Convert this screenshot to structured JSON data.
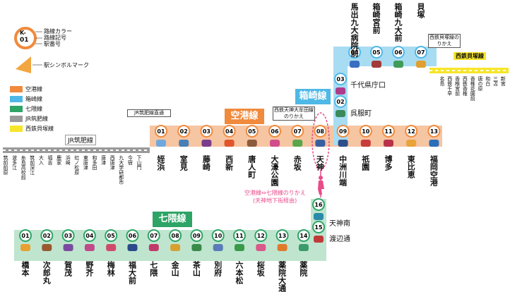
{
  "legend": {
    "sample_code": "K-",
    "sample_num": "01",
    "lines": [
      "路線カラー",
      "路線記号",
      "駅番号"
    ],
    "symbol_mark": "駅シンボルマーク",
    "routes": [
      {
        "name": "空港線",
        "color": "#f08a3c"
      },
      {
        "name": "箱崎線",
        "color": "#4eb8e6"
      },
      {
        "name": "七隈線",
        "color": "#2ea466"
      },
      {
        "name": "JR筑肥線",
        "color": "#9a9a9a"
      },
      {
        "name": "西鉄貝塚線",
        "color": "#f6e52a"
      }
    ]
  },
  "lines": {
    "kuko": {
      "label": "空港線",
      "color": "#f08a3c"
    },
    "hakozaki": {
      "label": "箱崎線",
      "color": "#4eb8e6"
    },
    "nanakuma": {
      "label": "七隈線",
      "color": "#2ea466"
    },
    "jr": {
      "label": "JR筑肥線",
      "color": "#9a9a9a"
    },
    "nishitetsu": {
      "label": "西鉄貝塚線",
      "color": "#f6e52a"
    }
  },
  "notes": {
    "jr_direct": "JR筑肥線直通",
    "tenjin_transfer": "西鉄天神大牟田線のりかえ",
    "kaizuka_transfer": "西鉄貝塚線のりかえ",
    "walk_transfer_line1": "空港線⇔七隈線のりかえ",
    "walk_transfer_line2": "(天神地下街経由)"
  },
  "stations": {
    "kuko": [
      {
        "num": "01",
        "name": "姪浜",
        "color": "#6fa8dc"
      },
      {
        "num": "02",
        "name": "室見",
        "color": "#4a7fb5"
      },
      {
        "num": "03",
        "name": "藤崎",
        "color": "#7a3d8c"
      },
      {
        "num": "04",
        "name": "西新",
        "color": "#e0562a"
      },
      {
        "num": "05",
        "name": "唐人町",
        "color": "#8c5a3c"
      },
      {
        "num": "06",
        "name": "大濠公園",
        "color": "#d24d8c"
      },
      {
        "num": "07",
        "name": "赤坂",
        "color": "#5aa64a"
      },
      {
        "num": "08",
        "name": "天神",
        "color": "#3a5fa0"
      },
      {
        "num": "09",
        "name": "中洲川端",
        "color": "#2d4e8a"
      },
      {
        "num": "10",
        "name": "祇園",
        "color": "#c83c3c"
      },
      {
        "num": "11",
        "name": "博多",
        "color": "#b8334a"
      },
      {
        "num": "12",
        "name": "東比恵",
        "color": "#e8a33a"
      },
      {
        "num": "13",
        "name": "福岡空港",
        "color": "#2a6fb8"
      }
    ],
    "hakozaki": [
      {
        "num": "07",
        "name": "貝塚",
        "color": "#e0a030"
      },
      {
        "num": "06",
        "name": "箱崎九大前",
        "color": "#3f9b58"
      },
      {
        "num": "05",
        "name": "箱崎宮前",
        "color": "#a33a3a"
      },
      {
        "num": "04",
        "name": "馬出九大病院前",
        "color": "#3a6ec0"
      },
      {
        "num": "03",
        "name": "千代県庁口",
        "color": "#b03a8a"
      },
      {
        "num": "02",
        "name": "呉服町",
        "color": "#3a8a5a"
      }
    ],
    "nanakuma": [
      {
        "num": "01",
        "name": "橋本",
        "color": "#e8a030"
      },
      {
        "num": "02",
        "name": "次郎丸",
        "color": "#9a5a30"
      },
      {
        "num": "03",
        "name": "賀茂",
        "color": "#7a4aa0"
      },
      {
        "num": "04",
        "name": "野芥",
        "color": "#c04a8a"
      },
      {
        "num": "05",
        "name": "梅林",
        "color": "#d04a6a"
      },
      {
        "num": "06",
        "name": "福大前",
        "color": "#2a4a8a"
      },
      {
        "num": "07",
        "name": "七隈",
        "color": "#c03a6a"
      },
      {
        "num": "08",
        "name": "金山",
        "color": "#d8a030"
      },
      {
        "num": "09",
        "name": "茶山",
        "color": "#3a8a4a"
      },
      {
        "num": "10",
        "name": "別府",
        "color": "#5a7ab8"
      },
      {
        "num": "11",
        "name": "六本松",
        "color": "#3a9a4a"
      },
      {
        "num": "12",
        "name": "桜坂",
        "color": "#d85a8a"
      },
      {
        "num": "13",
        "name": "薬院大通",
        "color": "#e07a2a"
      },
      {
        "num": "14",
        "name": "薬院",
        "color": "#3a9a6a"
      },
      {
        "num": "15",
        "name": "渡辺通",
        "color": "#c03a3a"
      },
      {
        "num": "16",
        "name": "天神南",
        "color": "#2a8aa8"
      }
    ],
    "jr": [
      "筑前前原",
      "波多江",
      "糸島高校前",
      "筑前深江",
      "大入",
      "福吉",
      "鹿家",
      "浜崎",
      "虹ノ松原",
      "東唐津",
      "和多田",
      "唐津",
      "西唐津",
      "九大学研都市",
      "今宿",
      "下山門"
    ],
    "nishitetsu": [
      "名島",
      "西鉄千早",
      "香椎宮前",
      "西鉄香椎",
      "香椎花園前",
      "唐の原",
      "和白",
      "三苫",
      "新宮"
    ]
  }
}
